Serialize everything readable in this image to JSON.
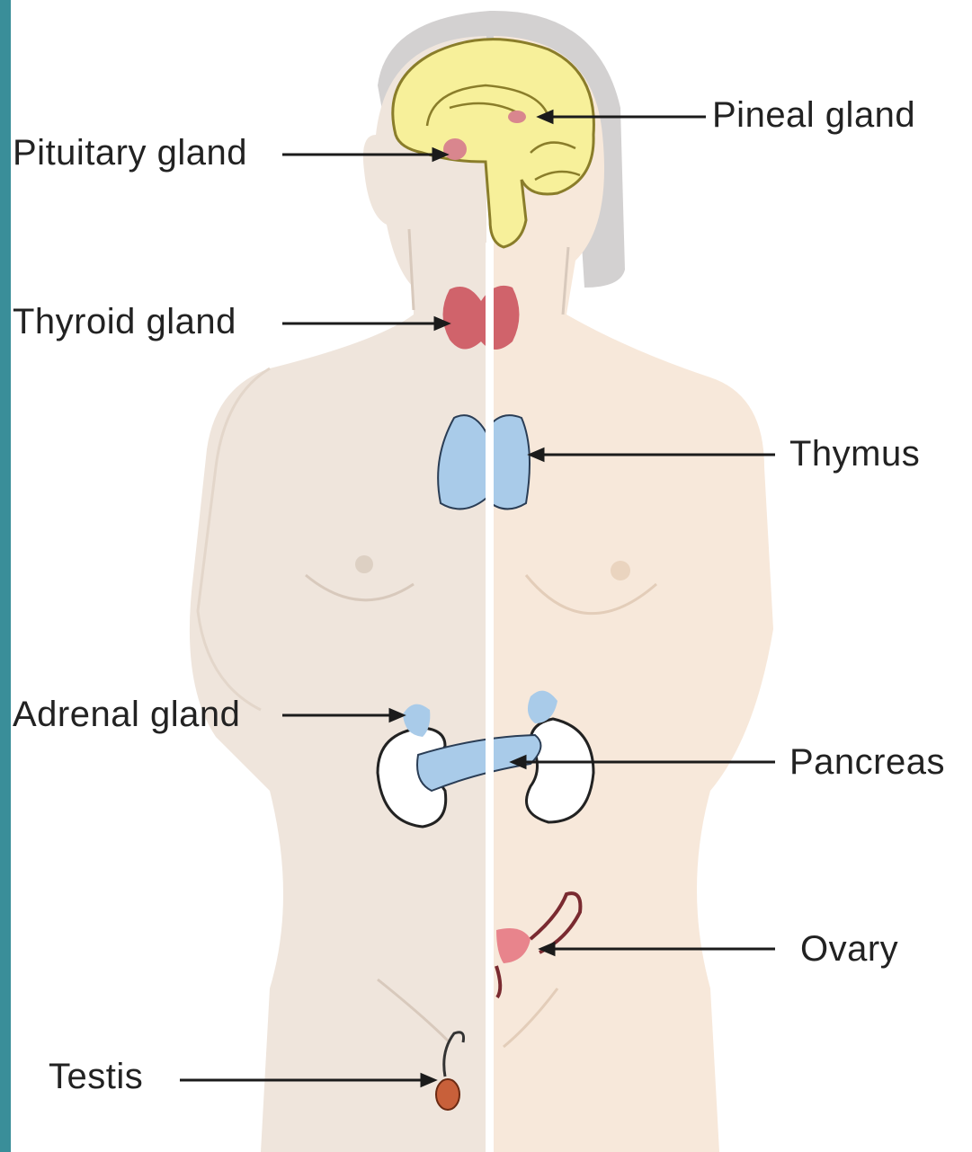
{
  "colors": {
    "frame_accent": "#3a8e99",
    "body_left": "#efe5dc",
    "body_right": "#f7e8da",
    "hair": "#c8c6c6",
    "brain": "#f7f09a",
    "brain_outline": "#8a7d2a",
    "thyroid": "#d0636b",
    "thymus": "#a9cbe9",
    "kidney": "#ffffff",
    "pineal_pituitary": "#d9868e",
    "ovary": "#e8848c",
    "testis": "#c8603a",
    "leader_line": "#1b1b1b"
  },
  "labels": {
    "pineal": "Pineal gland",
    "pituitary": "Pituitary gland",
    "thyroid": "Thyroid gland",
    "thymus": "Thymus",
    "adrenal": "Adrenal gland",
    "pancreas": "Pancreas",
    "ovary": "Ovary",
    "testis": "Testis"
  }
}
